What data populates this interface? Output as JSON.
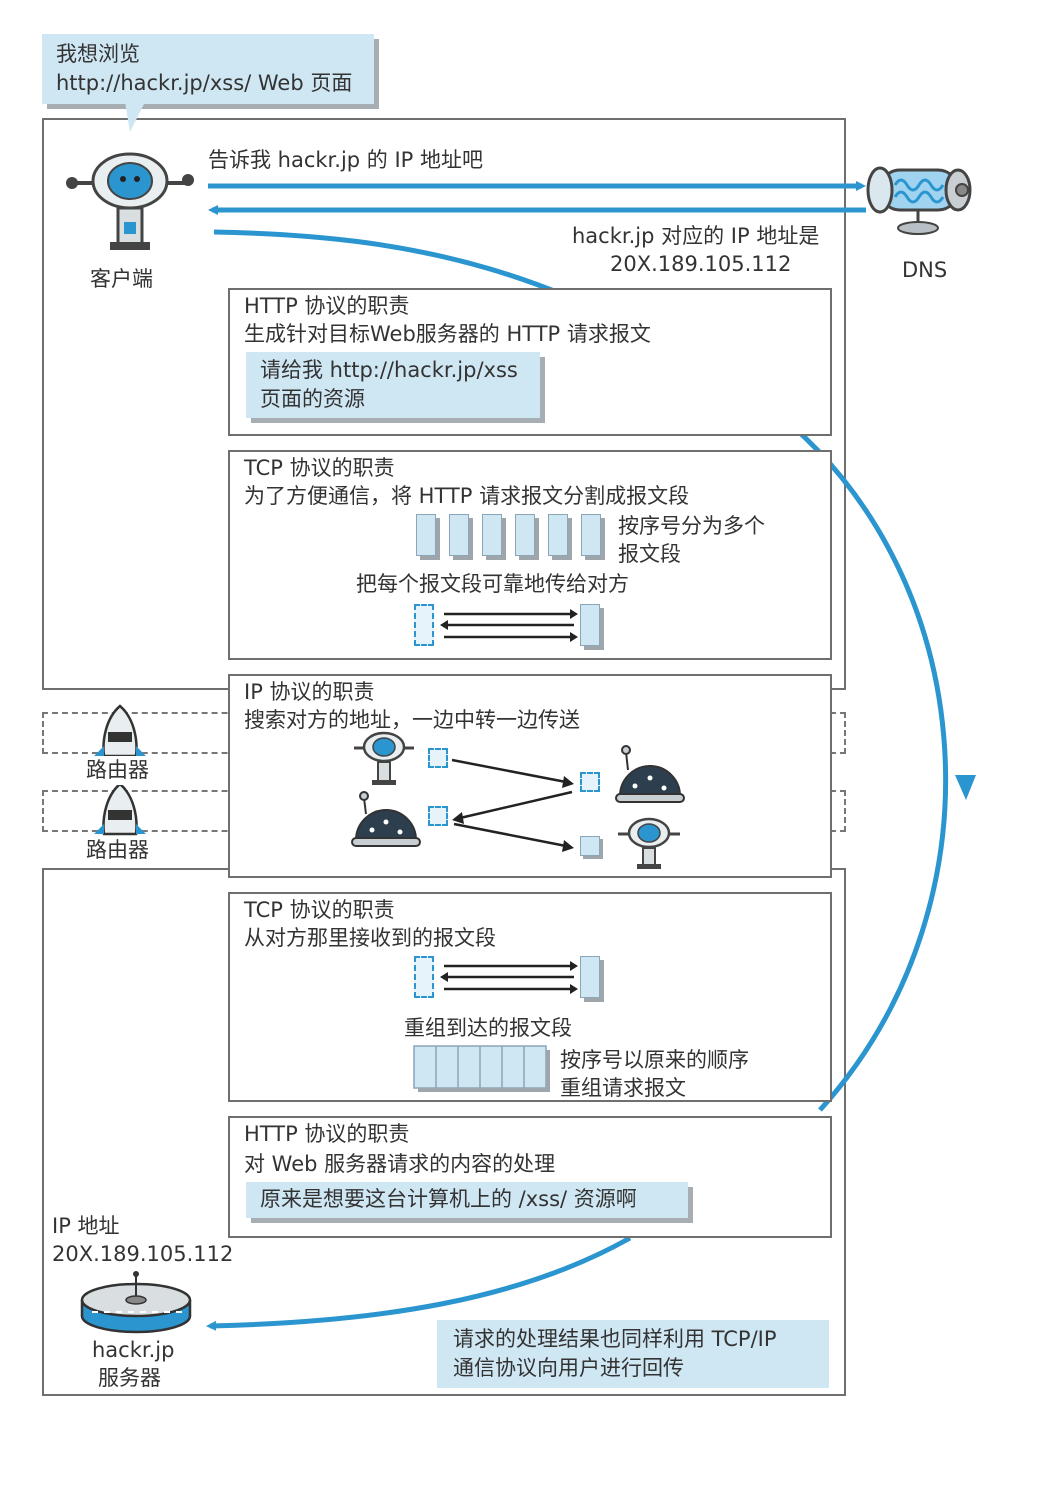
{
  "bubble": {
    "line1": "我想浏览",
    "line2": "http://hackr.jp/xss/ Web 页面"
  },
  "client": {
    "label": "客户端"
  },
  "dns": {
    "label": "DNS",
    "query": "告诉我 hackr.jp 的 IP 地址吧",
    "answer_line1": "hackr.jp 对应的 IP 地址是",
    "answer_line2": "20X.189.105.112"
  },
  "http_client": {
    "title": "HTTP 协议的职责",
    "desc": "生成针对目标Web服务器的 HTTP 请求报文",
    "note_line1": "请给我 http://hackr.jp/xss",
    "note_line2": "页面的资源"
  },
  "tcp_client": {
    "title": "TCP 协议的职责",
    "desc": "为了方便通信，将 HTTP 请求报文分割成报文段",
    "split_line1": "按序号分为多个",
    "split_line2": "报文段",
    "reliable": "把每个报文段可靠地传给对方"
  },
  "ip": {
    "title": "IP 协议的职责",
    "desc": "搜索对方的地址，一边中转一边传送"
  },
  "routers": [
    "路由器",
    "路由器"
  ],
  "tcp_server": {
    "title": "TCP 协议的职责",
    "desc": "从对方那里接收到的报文段",
    "reassemble": "重组到达的报文段",
    "order_line1": "按序号以原来的顺序",
    "order_line2": "重组请求报文"
  },
  "http_server": {
    "title": "HTTP 协议的职责",
    "desc": "对 Web 服务器请求的内容的处理",
    "note": "原来是想要这台计算机上的 /xss/ 资源啊"
  },
  "server": {
    "ip_label": "IP 地址",
    "ip_value": "20X.189.105.112",
    "name_line1": "hackr.jp",
    "name_line2": "服务器"
  },
  "response_note": {
    "line1": "请求的处理结果也同样利用 TCP/IP",
    "line2": "通信协议向用户进行回传"
  },
  "colors": {
    "accent_blue": "#2b95cf",
    "note_fill": "#cfe6f3",
    "frame": "#6f6f6f"
  },
  "icons": [
    "client-robot-icon",
    "dns-server-icon",
    "router-rocket-icon",
    "server-disk-icon",
    "beetle-robot-icon"
  ]
}
